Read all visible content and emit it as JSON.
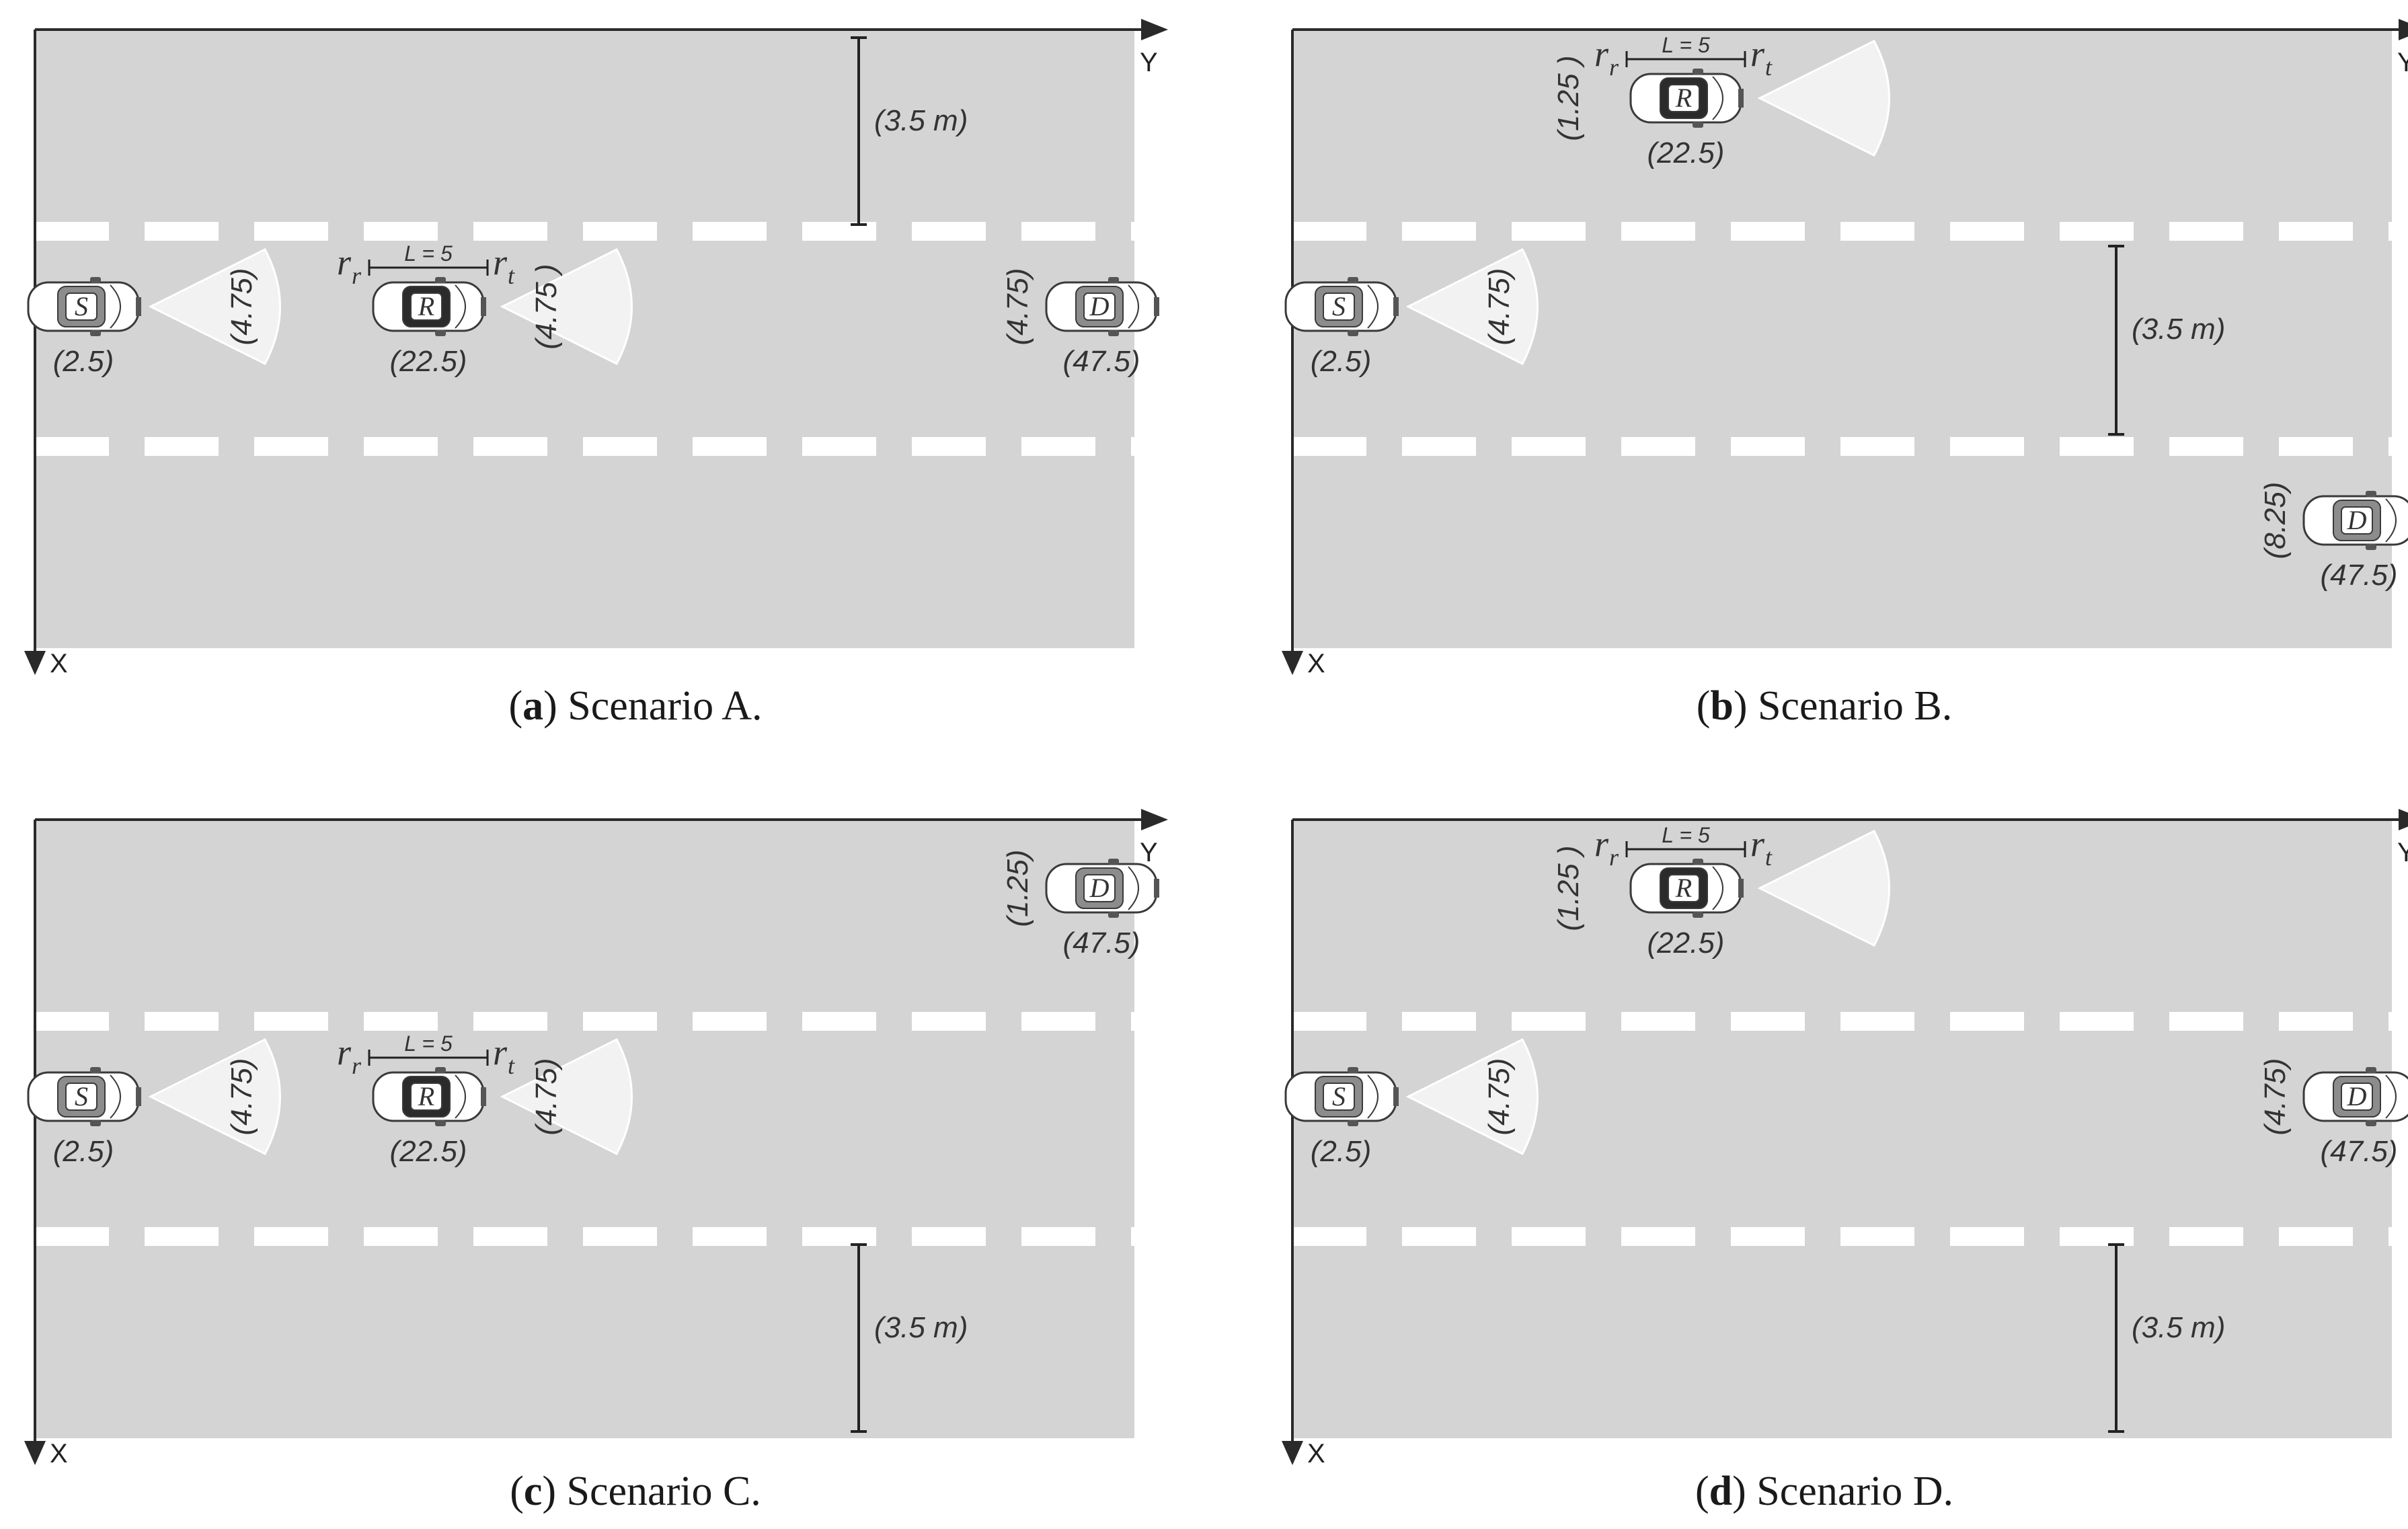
{
  "axes": {
    "x_label": "X",
    "y_label": "Y"
  },
  "length_label": "L = 5",
  "r_symbol": "r",
  "r_sub_receiver": "r",
  "r_sub_transmitter": "t",
  "panels": [
    {
      "id": "a",
      "caption_letter": "a",
      "caption_text": "Scenario A.",
      "lane_width_label": "(3.5 m)",
      "cars": [
        {
          "letter": "S",
          "y_label": "(2.5)",
          "x_label": "(4.75)"
        },
        {
          "letter": "R",
          "y_label": "(22.5)",
          "x_label": "(4.75 )"
        },
        {
          "letter": "D",
          "y_label": "(47.5)",
          "x_label": "(4.75)"
        }
      ]
    },
    {
      "id": "b",
      "caption_letter": "b",
      "caption_text": "Scenario B.",
      "lane_width_label": "(3.5 m)",
      "cars": [
        {
          "letter": "S",
          "y_label": "(2.5)",
          "x_label": "(4.75)"
        },
        {
          "letter": "R",
          "y_label": "(22.5)",
          "x_label": "(1.25 )"
        },
        {
          "letter": "D",
          "y_label": "(47.5)",
          "x_label": "(8.25)"
        }
      ]
    },
    {
      "id": "c",
      "caption_letter": "c",
      "caption_text": "Scenario C.",
      "lane_width_label": "(3.5 m)",
      "cars": [
        {
          "letter": "S",
          "y_label": "(2.5)",
          "x_label": "(4.75)"
        },
        {
          "letter": "R",
          "y_label": "(22.5)",
          "x_label": "(4.75)"
        },
        {
          "letter": "D",
          "y_label": "(47.5)",
          "x_label": "(1.25)"
        }
      ]
    },
    {
      "id": "d",
      "caption_letter": "d",
      "caption_text": "Scenario D.",
      "lane_width_label": "(3.5 m)",
      "cars": [
        {
          "letter": "S",
          "y_label": "(2.5)",
          "x_label": "(4.75)"
        },
        {
          "letter": "R",
          "y_label": "(22.5)",
          "x_label": "(1.25 )"
        },
        {
          "letter": "D",
          "y_label": "(47.5)",
          "x_label": "(4.75)"
        }
      ]
    }
  ],
  "colors": {
    "road": "#d4d4d5",
    "lane_marking": "#ffffff",
    "axis": "#2a2a2a",
    "beam": "#f2f2f2"
  }
}
